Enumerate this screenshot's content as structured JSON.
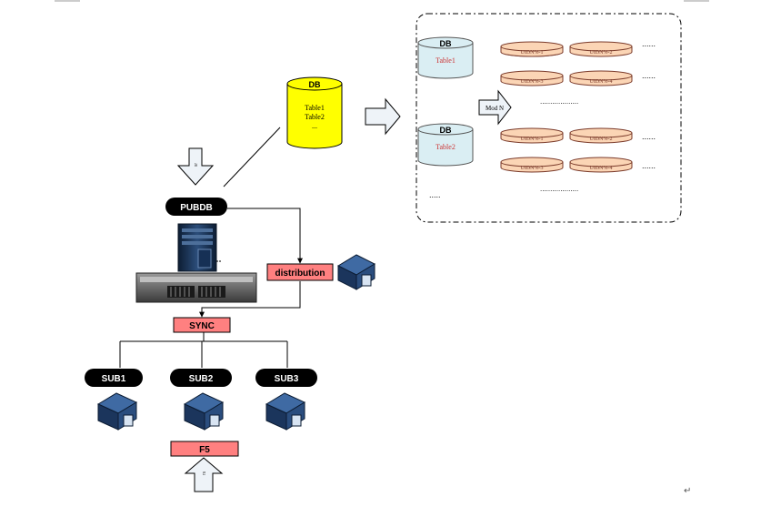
{
  "db_main": {
    "title": "DB",
    "tables": [
      "Table1",
      "Table2"
    ],
    "more": "..."
  },
  "pubdb": {
    "label": "PUBDB"
  },
  "distribution": {
    "label": "distribution"
  },
  "sync": {
    "label": "SYNC"
  },
  "subs": [
    {
      "label": "SUB1"
    },
    {
      "label": "SUB2"
    },
    {
      "label": "SUB3"
    }
  ],
  "f5": {
    "label": "F5"
  },
  "arrow_top_small_text": "sr",
  "arrow_bottom_small_text": "rs",
  "shard_panel": {
    "db_blocks": [
      {
        "title": "DB",
        "table": "Table1",
        "shards": [
          [
            "UIDN%-1",
            "UIDN%-2"
          ],
          [
            "UIDN%-3",
            "UIDN%-4"
          ]
        ]
      },
      {
        "title": "DB",
        "table": "Table2",
        "shards": [
          [
            "UIDN%-1",
            "UIDN%-2"
          ],
          [
            "UIDN%-3",
            "UIDN%-4"
          ]
        ]
      }
    ],
    "mod_label": "Mod N",
    "row_ellipsis": "......",
    "mid_ellipsis": "...................",
    "bottom_left_ellipsis": "....."
  },
  "colors": {
    "db_main_fill": "#ffff00",
    "db_shard_fill": "#daeef3",
    "shard_fill": "#fbd5b5",
    "label_box_fill": "#ff8080",
    "arrow_fill": "#eef3f8",
    "pill_fill": "#000000",
    "server_blue": "#1f3d6b",
    "table_red": "#cc3333"
  },
  "return_char": "↵"
}
